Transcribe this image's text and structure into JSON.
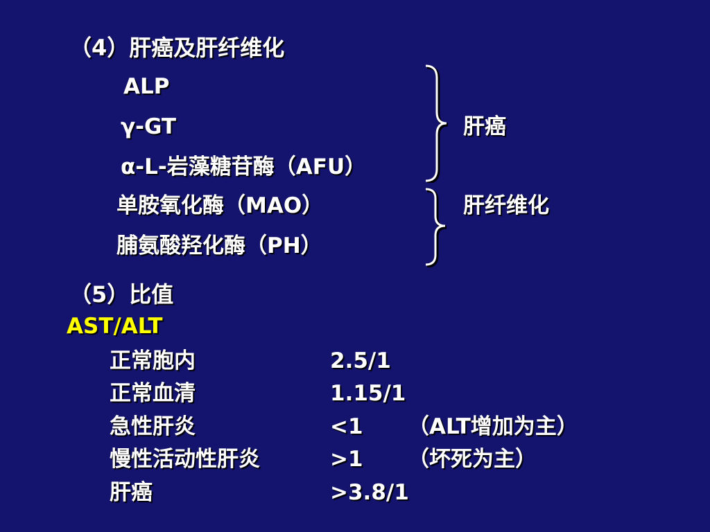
{
  "slide": {
    "section4_heading": "（4）肝癌及肝纤维化",
    "markers": [
      {
        "name": "ALP"
      },
      {
        "name": "γ-GT"
      },
      {
        "name": "α-L-岩藻糖苷酶（AFU）"
      },
      {
        "name": "单胺氧化酶（MAO）"
      },
      {
        "name": "脯氨酸羟化酶（PH）"
      }
    ],
    "group_liver_cancer": "肝癌",
    "group_liver_fibrosis": "肝纤维化",
    "section5_heading": "（5）比值",
    "ratio_label": "AST/ALT",
    "ratio_rows": [
      {
        "condition": "正常胞内",
        "value": "2.5/1",
        "note": ""
      },
      {
        "condition": "正常血清",
        "value": "1.15/1",
        "note": ""
      },
      {
        "condition": "急性肝炎",
        "value": "<1",
        "note": "（ALT增加为主）"
      },
      {
        "condition": "慢性活动性肝炎",
        "value": ">1",
        "note": "（坏死为主）"
      },
      {
        "condition": "肝癌",
        "value": ">3.8/1",
        "note": ""
      }
    ],
    "colors": {
      "background": "#14146e",
      "text": "#ffffff",
      "highlight": "#ffff00"
    }
  }
}
